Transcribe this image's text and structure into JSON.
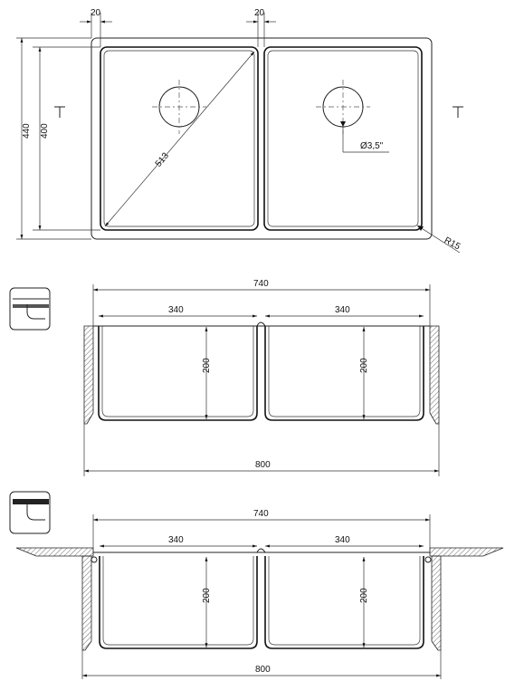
{
  "plan": {
    "dim_wall_left": "20",
    "dim_wall_center": "20",
    "dim_outer_height": "440",
    "dim_inner_height": "400",
    "dim_diagonal": "513",
    "dim_drain": "Ø3,5\"",
    "dim_radius": "R15"
  },
  "section_undermount": {
    "dim_inner_width": "740",
    "dim_bowl_left": "340",
    "dim_bowl_right": "340",
    "dim_depth_left": "200",
    "dim_depth_right": "200",
    "dim_overall": "800"
  },
  "section_flush": {
    "dim_inner_width": "740",
    "dim_bowl_left": "340",
    "dim_bowl_right": "340",
    "dim_depth_left": "200",
    "dim_depth_right": "200",
    "dim_overall": "800"
  }
}
